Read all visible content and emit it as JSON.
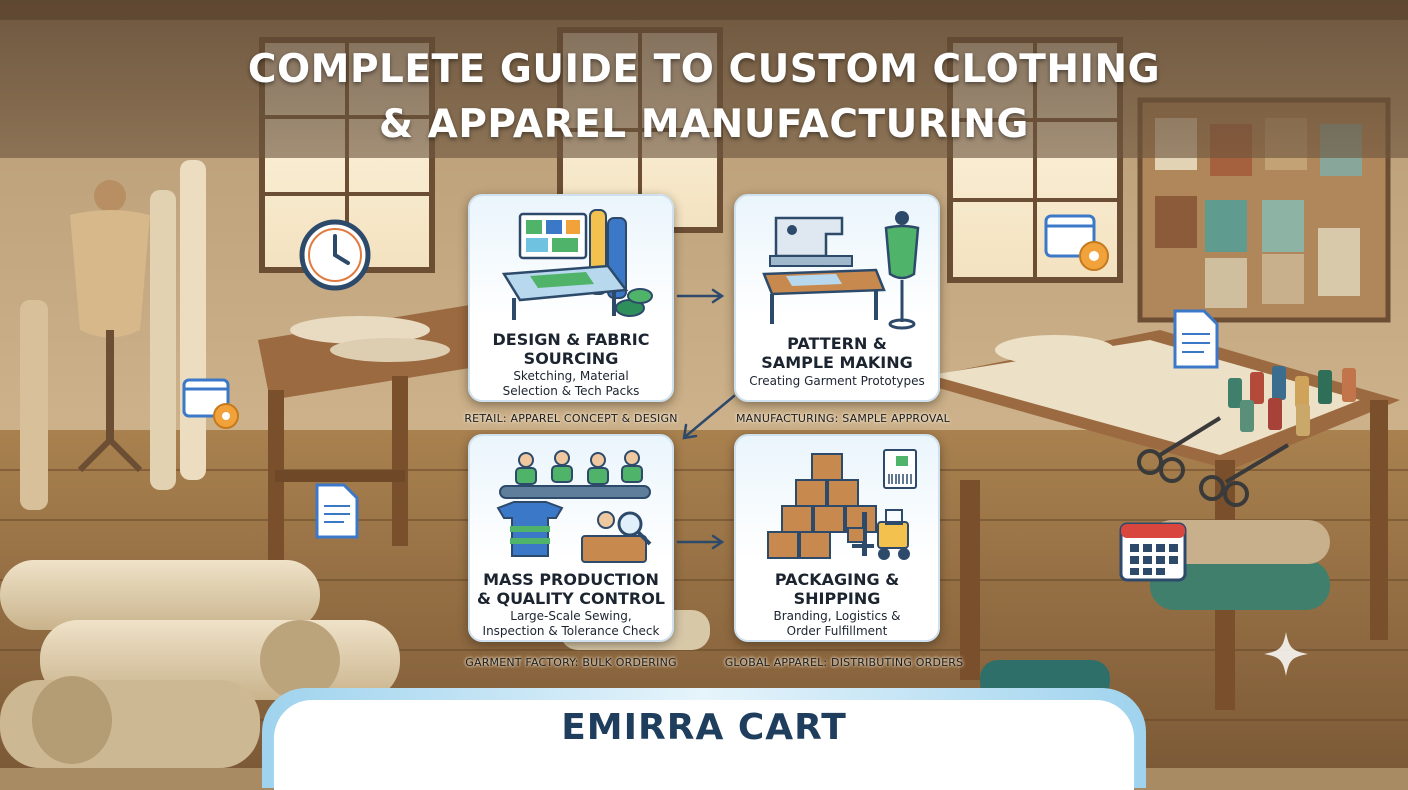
{
  "title": {
    "line1": "COMPLETE GUIDE TO CUSTOM CLOTHING",
    "line2": "& APPAREL MANUFACTURING"
  },
  "steps": [
    {
      "title_line1": "DESIGN & FABRIC",
      "title_line2": "SOURCING",
      "subtitle_line1": "Sketching, Material",
      "subtitle_line2": "Selection & Tech Packs",
      "caption": "RETAIL: APPAREL CONCEPT & DESIGN",
      "icon": "design-table-icon"
    },
    {
      "title_line1": "PATTERN &",
      "title_line2": "SAMPLE MAKING",
      "subtitle_line1": "Creating Garment Prototypes",
      "subtitle_line2": "",
      "caption": "MANUFACTURING: SAMPLE APPROVAL",
      "icon": "sewing-machine-icon"
    },
    {
      "title_line1": "MASS PRODUCTION",
      "title_line2": "& QUALITY CONTROL",
      "subtitle_line1": "Large-Scale Sewing,",
      "subtitle_line2": "Inspection & Tolerance Check",
      "caption": "GARMENT FACTORY: BULK ORDERING",
      "icon": "production-line-icon"
    },
    {
      "title_line1": "PACKAGING &",
      "title_line2": "SHIPPING",
      "subtitle_line1": "Branding, Logistics &",
      "subtitle_line2": "Order Fulfillment",
      "caption": "GLOBAL APPAREL: DISTRIBUTING ORDERS",
      "icon": "boxes-forklift-icon"
    }
  ],
  "brand": "EMIRRA CART",
  "colors": {
    "title_text": "#ffffff",
    "card_border": "#cfe1ee",
    "card_top": "#eaf5fc",
    "brand_text": "#1f3d5c",
    "accent_green": "#4fb36a",
    "accent_blue": "#3c78c8",
    "box_brown": "#c8894f",
    "wood": "#8a5a36"
  }
}
